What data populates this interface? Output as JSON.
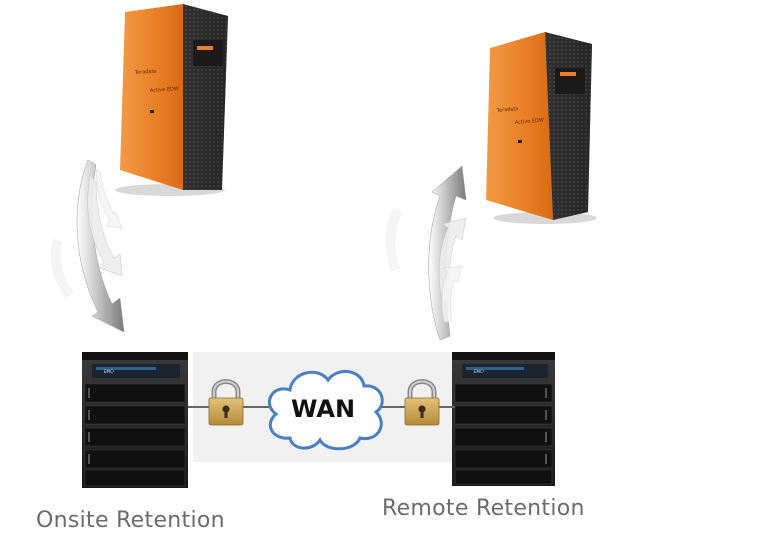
{
  "network": {
    "label": "WAN"
  },
  "storage": {
    "left_label": "Onsite Retention",
    "right_label": "Remote Retention",
    "brand": "EMC²"
  },
  "appliance": {
    "brand": "Teradata",
    "model": "Active EDW"
  },
  "colors": {
    "appliance_orange": "#e97e26",
    "rack_dark": "#2a2a2a",
    "cloud_stroke": "#4a7fc0",
    "lock_gold": "#c9a55a"
  }
}
